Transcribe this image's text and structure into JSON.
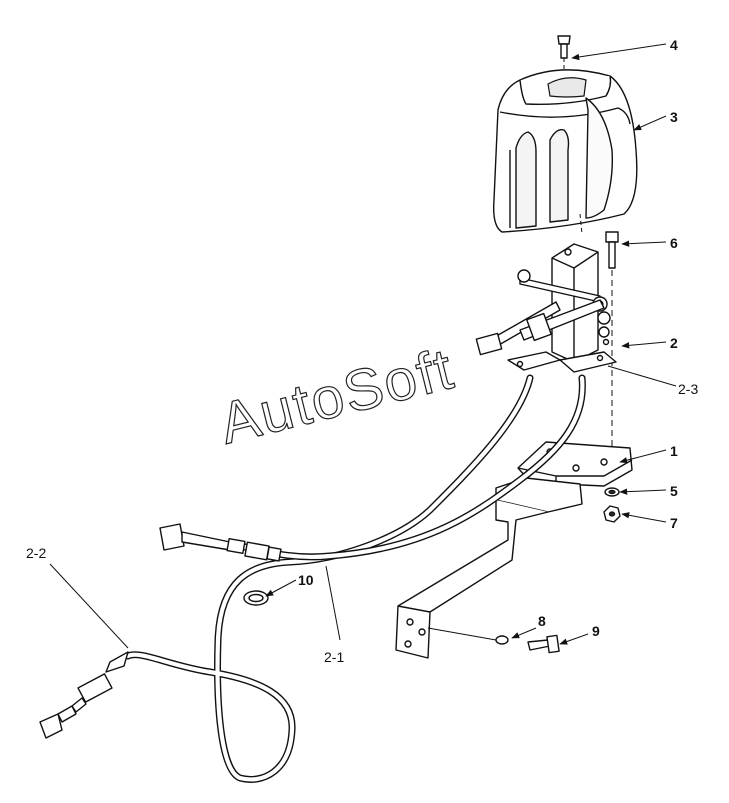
{
  "diagram": {
    "watermark": "AutoSoft",
    "callouts": {
      "c1": "1",
      "c2": "2",
      "c2_1": "2-1",
      "c2_2": "2-2",
      "c2_3": "2-3",
      "c3": "3",
      "c4": "4",
      "c5": "5",
      "c6": "6",
      "c7": "7",
      "c8": "8",
      "c9": "9",
      "c10": "10"
    }
  }
}
